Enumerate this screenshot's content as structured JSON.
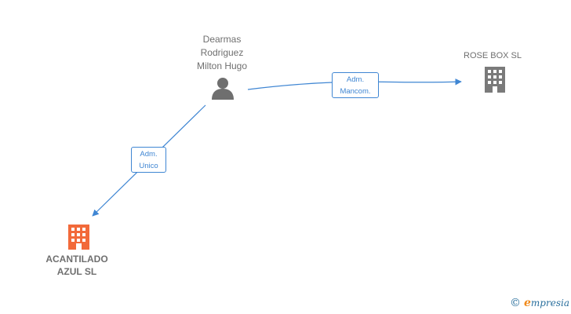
{
  "person": {
    "name": "Dearmas\nRodriguez\nMilton Hugo"
  },
  "companies": {
    "rose_box": {
      "label": "ROSE BOX  SL"
    },
    "acantilado": {
      "label": "ACANTILADO\nAZUL  SL"
    }
  },
  "edges": {
    "mancom": {
      "label": "Adm.\nMancom."
    },
    "unico": {
      "label": "Adm.\nUnico"
    }
  },
  "colors": {
    "edge": "#3f86d3",
    "person_icon": "#6f6f6f",
    "company_grey": "#7a7a7a",
    "company_highlight": "#f26a3a"
  },
  "icons": {
    "person": "person-icon",
    "company": "building-icon"
  },
  "branding": {
    "copyright": "©",
    "name_first": "e",
    "name_rest": "mpresia"
  }
}
